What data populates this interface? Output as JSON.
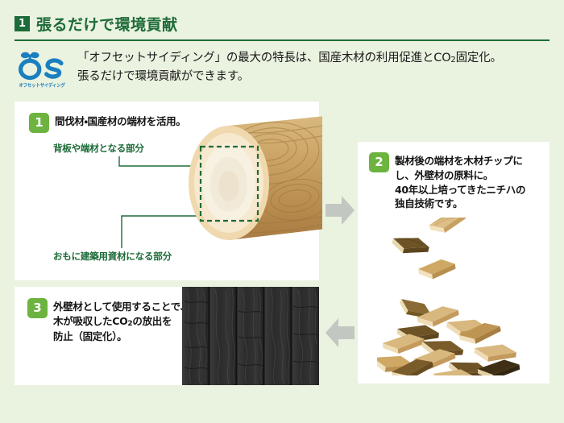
{
  "header": {
    "badge": "1",
    "title": "張るだけで環境貢献",
    "logo": {
      "mark": "OS",
      "caption": "オフセットサイディング",
      "color": "#1a7fc1"
    },
    "lead_line_1_a": "「オフセットサイディング」の最大の特長は、国産木材の利用促進とCO",
    "lead_line_1_sub": "2",
    "lead_line_1_b": "固定化。",
    "lead_line_2": "張るだけで環境貢献ができます。"
  },
  "steps": [
    {
      "badge": "1",
      "text": "間伐材・国産材の端材を活用。",
      "callout_top": "背板や端材となる部分",
      "callout_bottom": "おもに建築用資材になる部分",
      "illustration": "log-cross-section"
    },
    {
      "badge": "2",
      "line_1": "製材後の端材を木材チップに",
      "line_2": "し、外壁材の原料に。",
      "line_3": "40年以上培ってきたニチハの",
      "line_4": "独自技術です。",
      "illustration": "wood-chips-pile"
    },
    {
      "badge": "3",
      "line_1": "外壁材として使用することで、",
      "line_2_a": "木が吸収したCO",
      "line_2_sub": "2",
      "line_2_b": "の放出を",
      "line_3": "防止（固定化）。",
      "illustration": "dark-siding-board"
    }
  ],
  "arrows": [
    {
      "name": "arrow-step1-to-step2",
      "direction": "right",
      "color": "#c3c7c1"
    },
    {
      "name": "arrow-step2-to-step3",
      "direction": "left",
      "color": "#c3c7c1"
    }
  ],
  "colors": {
    "background": "#eaf2e0",
    "panel": "#ffffff",
    "dark_green": "#1d6b38",
    "badge_green": "#6cb33f",
    "logo_blue": "#1a7fc1",
    "arrow_gray": "#c3c7c1",
    "wood_light": "#e2c18d",
    "wood_mid": "#c49a5c",
    "wood_dark": "#8b6a39",
    "siding_dark": "#2e2e2e"
  }
}
